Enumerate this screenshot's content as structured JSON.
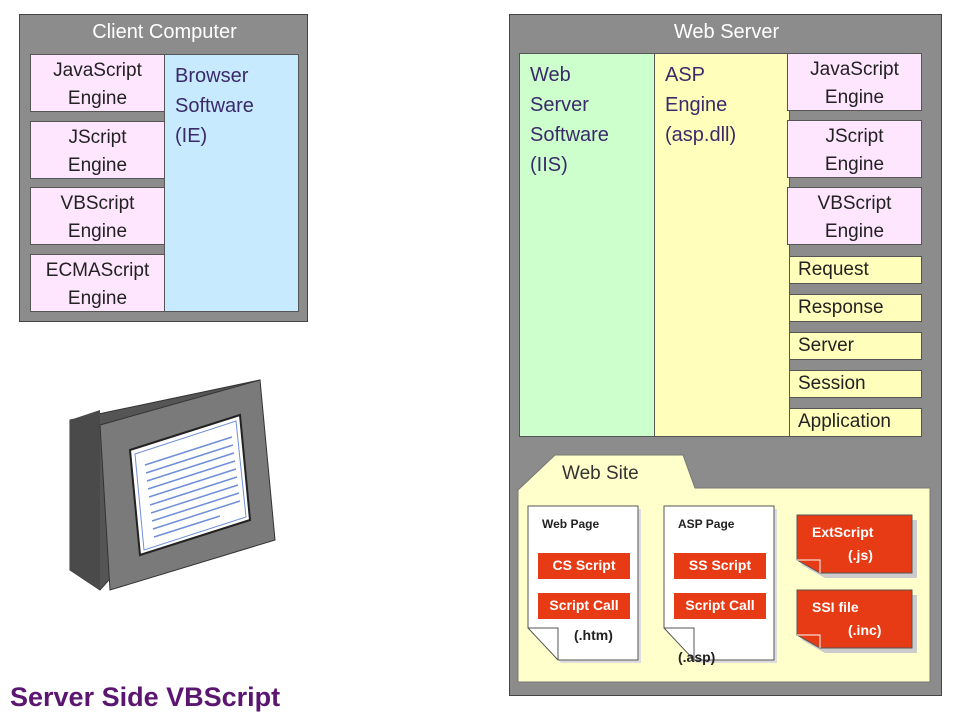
{
  "client": {
    "title": "Client Computer",
    "engines": [
      {
        "line1": "JavaScript",
        "line2": "Engine"
      },
      {
        "line1": "JScript",
        "line2": "Engine"
      },
      {
        "line1": "VBScript",
        "line2": "Engine"
      },
      {
        "line1": "ECMAScript",
        "line2": "Engine"
      }
    ],
    "browser": [
      "Browser",
      "Software",
      "(IE)"
    ]
  },
  "server": {
    "title": "Web Server",
    "iis": [
      "Web",
      "Server",
      "Software",
      "(IIS)"
    ],
    "asp": [
      "ASP",
      "Engine",
      "(asp.dll)"
    ],
    "engines": [
      {
        "line1": "JavaScript",
        "line2": "Engine"
      },
      {
        "line1": "JScript",
        "line2": "Engine"
      },
      {
        "line1": "VBScript",
        "line2": "Engine"
      }
    ],
    "objects": [
      "Request",
      "Response",
      "Server",
      "Session",
      "Application"
    ]
  },
  "website": {
    "title": "Web Site",
    "web_page": {
      "label": "Web Page",
      "cs_script": "CS Script",
      "script_call": "Script Call",
      "ext": "(.htm)"
    },
    "asp_page": {
      "label": "ASP Page",
      "ss_script": "SS Script",
      "script_call": "Script Call",
      "ext": "(.asp)"
    },
    "ext_script": {
      "line1": "ExtScript",
      "line2": "(.js)"
    },
    "ssi_file": {
      "line1": "SSI file",
      "line2": "(.inc)"
    }
  },
  "footer": {
    "title": "Server Side VBScript"
  },
  "colors": {
    "title": "#5a1670",
    "panel": "#8c8c8c",
    "engine": "#ffe6ff",
    "browser": "#c8eaff",
    "iis": "#ccffcc",
    "asp": "#ffffbb",
    "red": "#e63b15"
  }
}
